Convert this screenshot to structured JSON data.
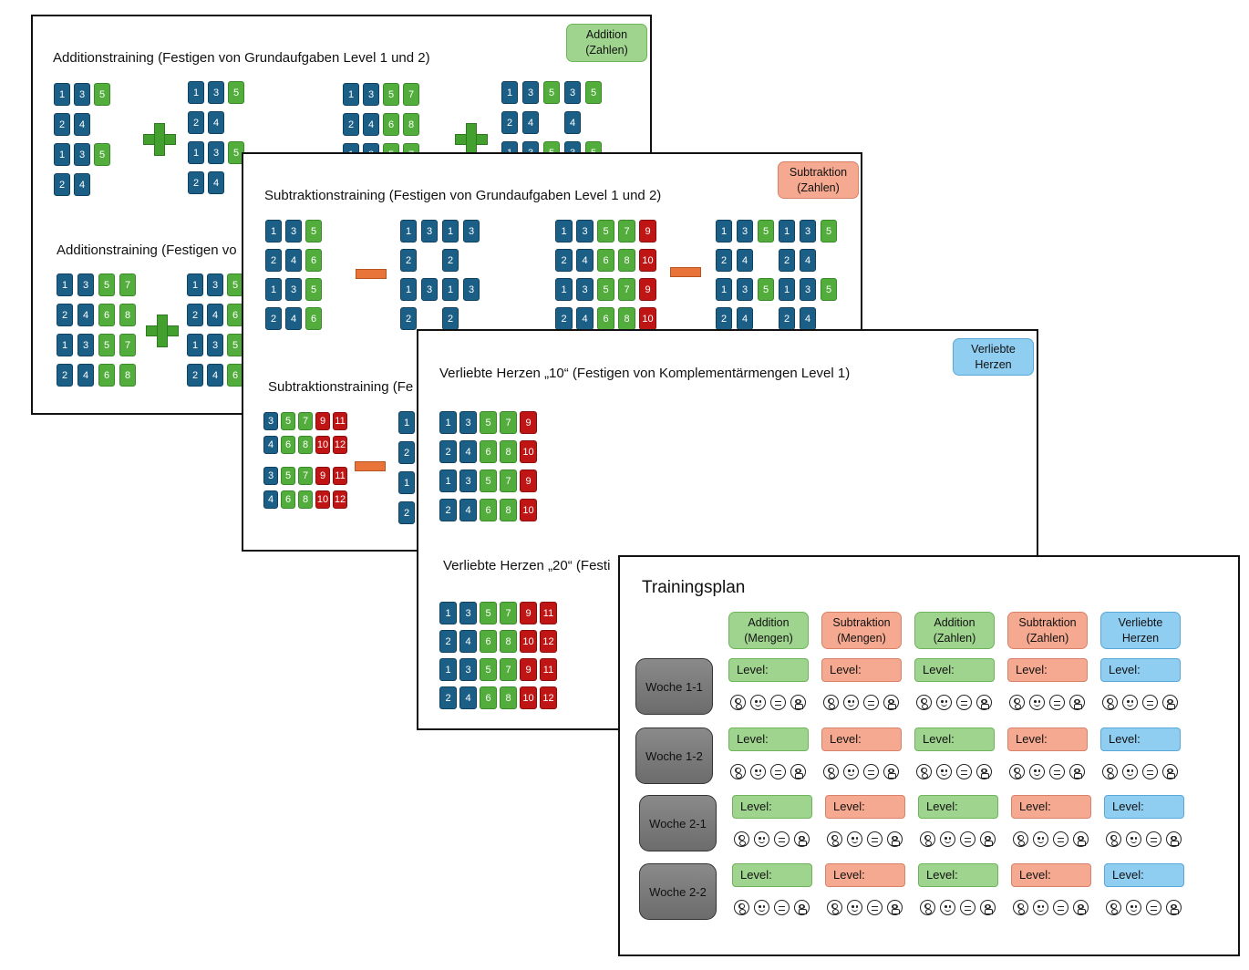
{
  "addition": {
    "title1": "Additionstraining (Festigen von Grundaufgaben Level 1 und 2)",
    "title2": "Additionstraining (Festigen vo",
    "badge": "Addition\n(Zahlen)"
  },
  "subtraction": {
    "title1": "Subtraktionstraining (Festigen von Grundaufgaben Level 1 und 2)",
    "title2": "Subtraktionstraining (Fe",
    "badge": "Subtraktion\n(Zahlen)"
  },
  "hearts": {
    "title1": "Verliebte Herzen „10“ (Festigen von Komplementärmengen Level 1)",
    "title2": "Verliebte Herzen „20“ (Festi",
    "badge": "Verliebte\nHerzen"
  },
  "plan": {
    "title": "Trainingsplan",
    "columns": [
      {
        "label": "Addition\n(Mengen)",
        "color": "green"
      },
      {
        "label": "Subtraktion\n(Mengen)",
        "color": "salmon"
      },
      {
        "label": "Addition\n(Zahlen)",
        "color": "green"
      },
      {
        "label": "Subtraktion\n(Zahlen)",
        "color": "salmon"
      },
      {
        "label": "Verliebte\nHerzen",
        "color": "blue"
      }
    ],
    "weeks": [
      "Woche 1-1",
      "Woche 1-2",
      "Woche 2-1",
      "Woche 2-2"
    ],
    "level_label": "Level:",
    "faces": [
      "wow-face-icon",
      "happy-face-icon",
      "neutral-face-icon",
      "sad-face-icon"
    ]
  },
  "colors": {
    "card_blue": "#1b5e86",
    "card_green": "#52ad3d",
    "card_red": "#c01515",
    "plus_green": "#43a02f",
    "minus_orange": "#e8743a"
  }
}
